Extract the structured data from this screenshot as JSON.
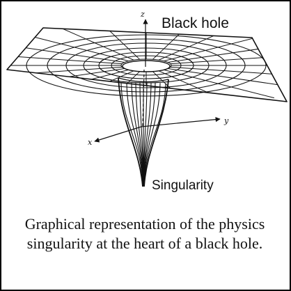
{
  "diagram": {
    "label_blackhole": "Black hole",
    "label_singularity": "Singularity",
    "axis_z": "z",
    "axis_y": "y",
    "axis_x": "x"
  },
  "caption": "Graphical representation of the physics singularity at the heart of a black hole.",
  "colors": {
    "line": "#111111",
    "background": "#ffffff",
    "border": "#000000"
  }
}
